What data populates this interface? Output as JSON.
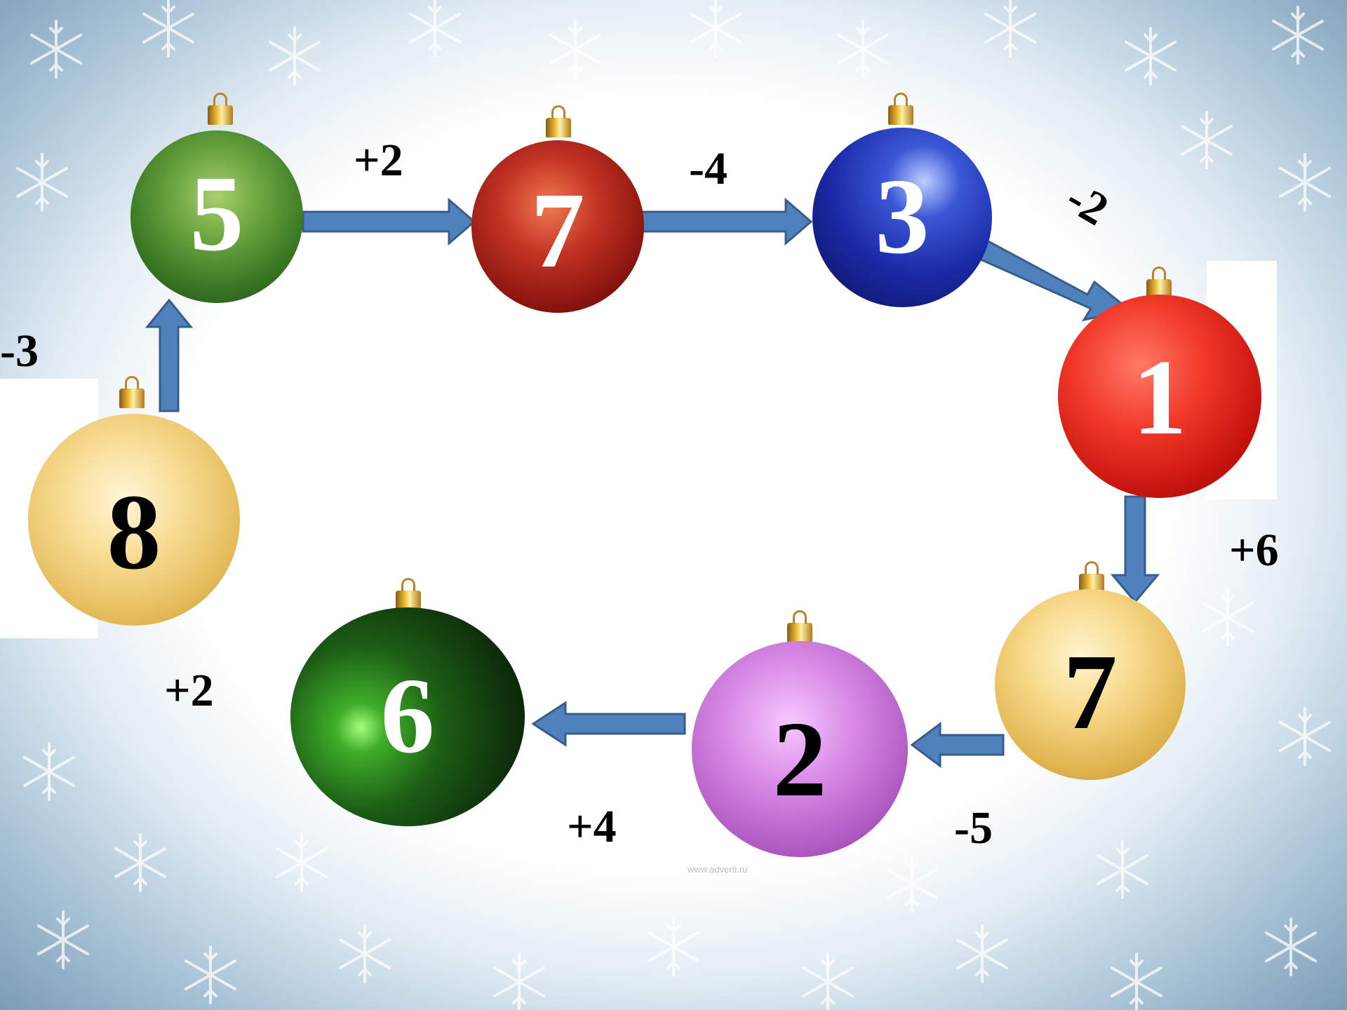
{
  "balls": [
    {
      "label": "5",
      "color": "green",
      "text_color": "#ffffff"
    },
    {
      "label": "7",
      "color": "red",
      "text_color": "#ffffff"
    },
    {
      "label": "3",
      "color": "blue",
      "text_color": "#ffffff"
    },
    {
      "label": "1",
      "color": "red",
      "text_color": "#ffffff"
    },
    {
      "label": "7",
      "color": "gold",
      "text_color": "#000000"
    },
    {
      "label": "2",
      "color": "pink",
      "text_color": "#000000"
    },
    {
      "label": "6",
      "color": "dark-green",
      "text_color": "#ffffff"
    },
    {
      "label": "8",
      "color": "gold",
      "text_color": "#000000"
    }
  ],
  "operations": {
    "op_1": "+2",
    "op_2": "-4",
    "op_3": "-2",
    "op_4": "-3",
    "op_5": "+6",
    "op_6": "+2",
    "op_7": "+4",
    "op_8": "-5"
  },
  "watermark": "www.adverti.ru",
  "colors": {
    "arrow": "#4f81bd",
    "arrow_border": "#385d8a",
    "frame": "#8aa9c0"
  }
}
